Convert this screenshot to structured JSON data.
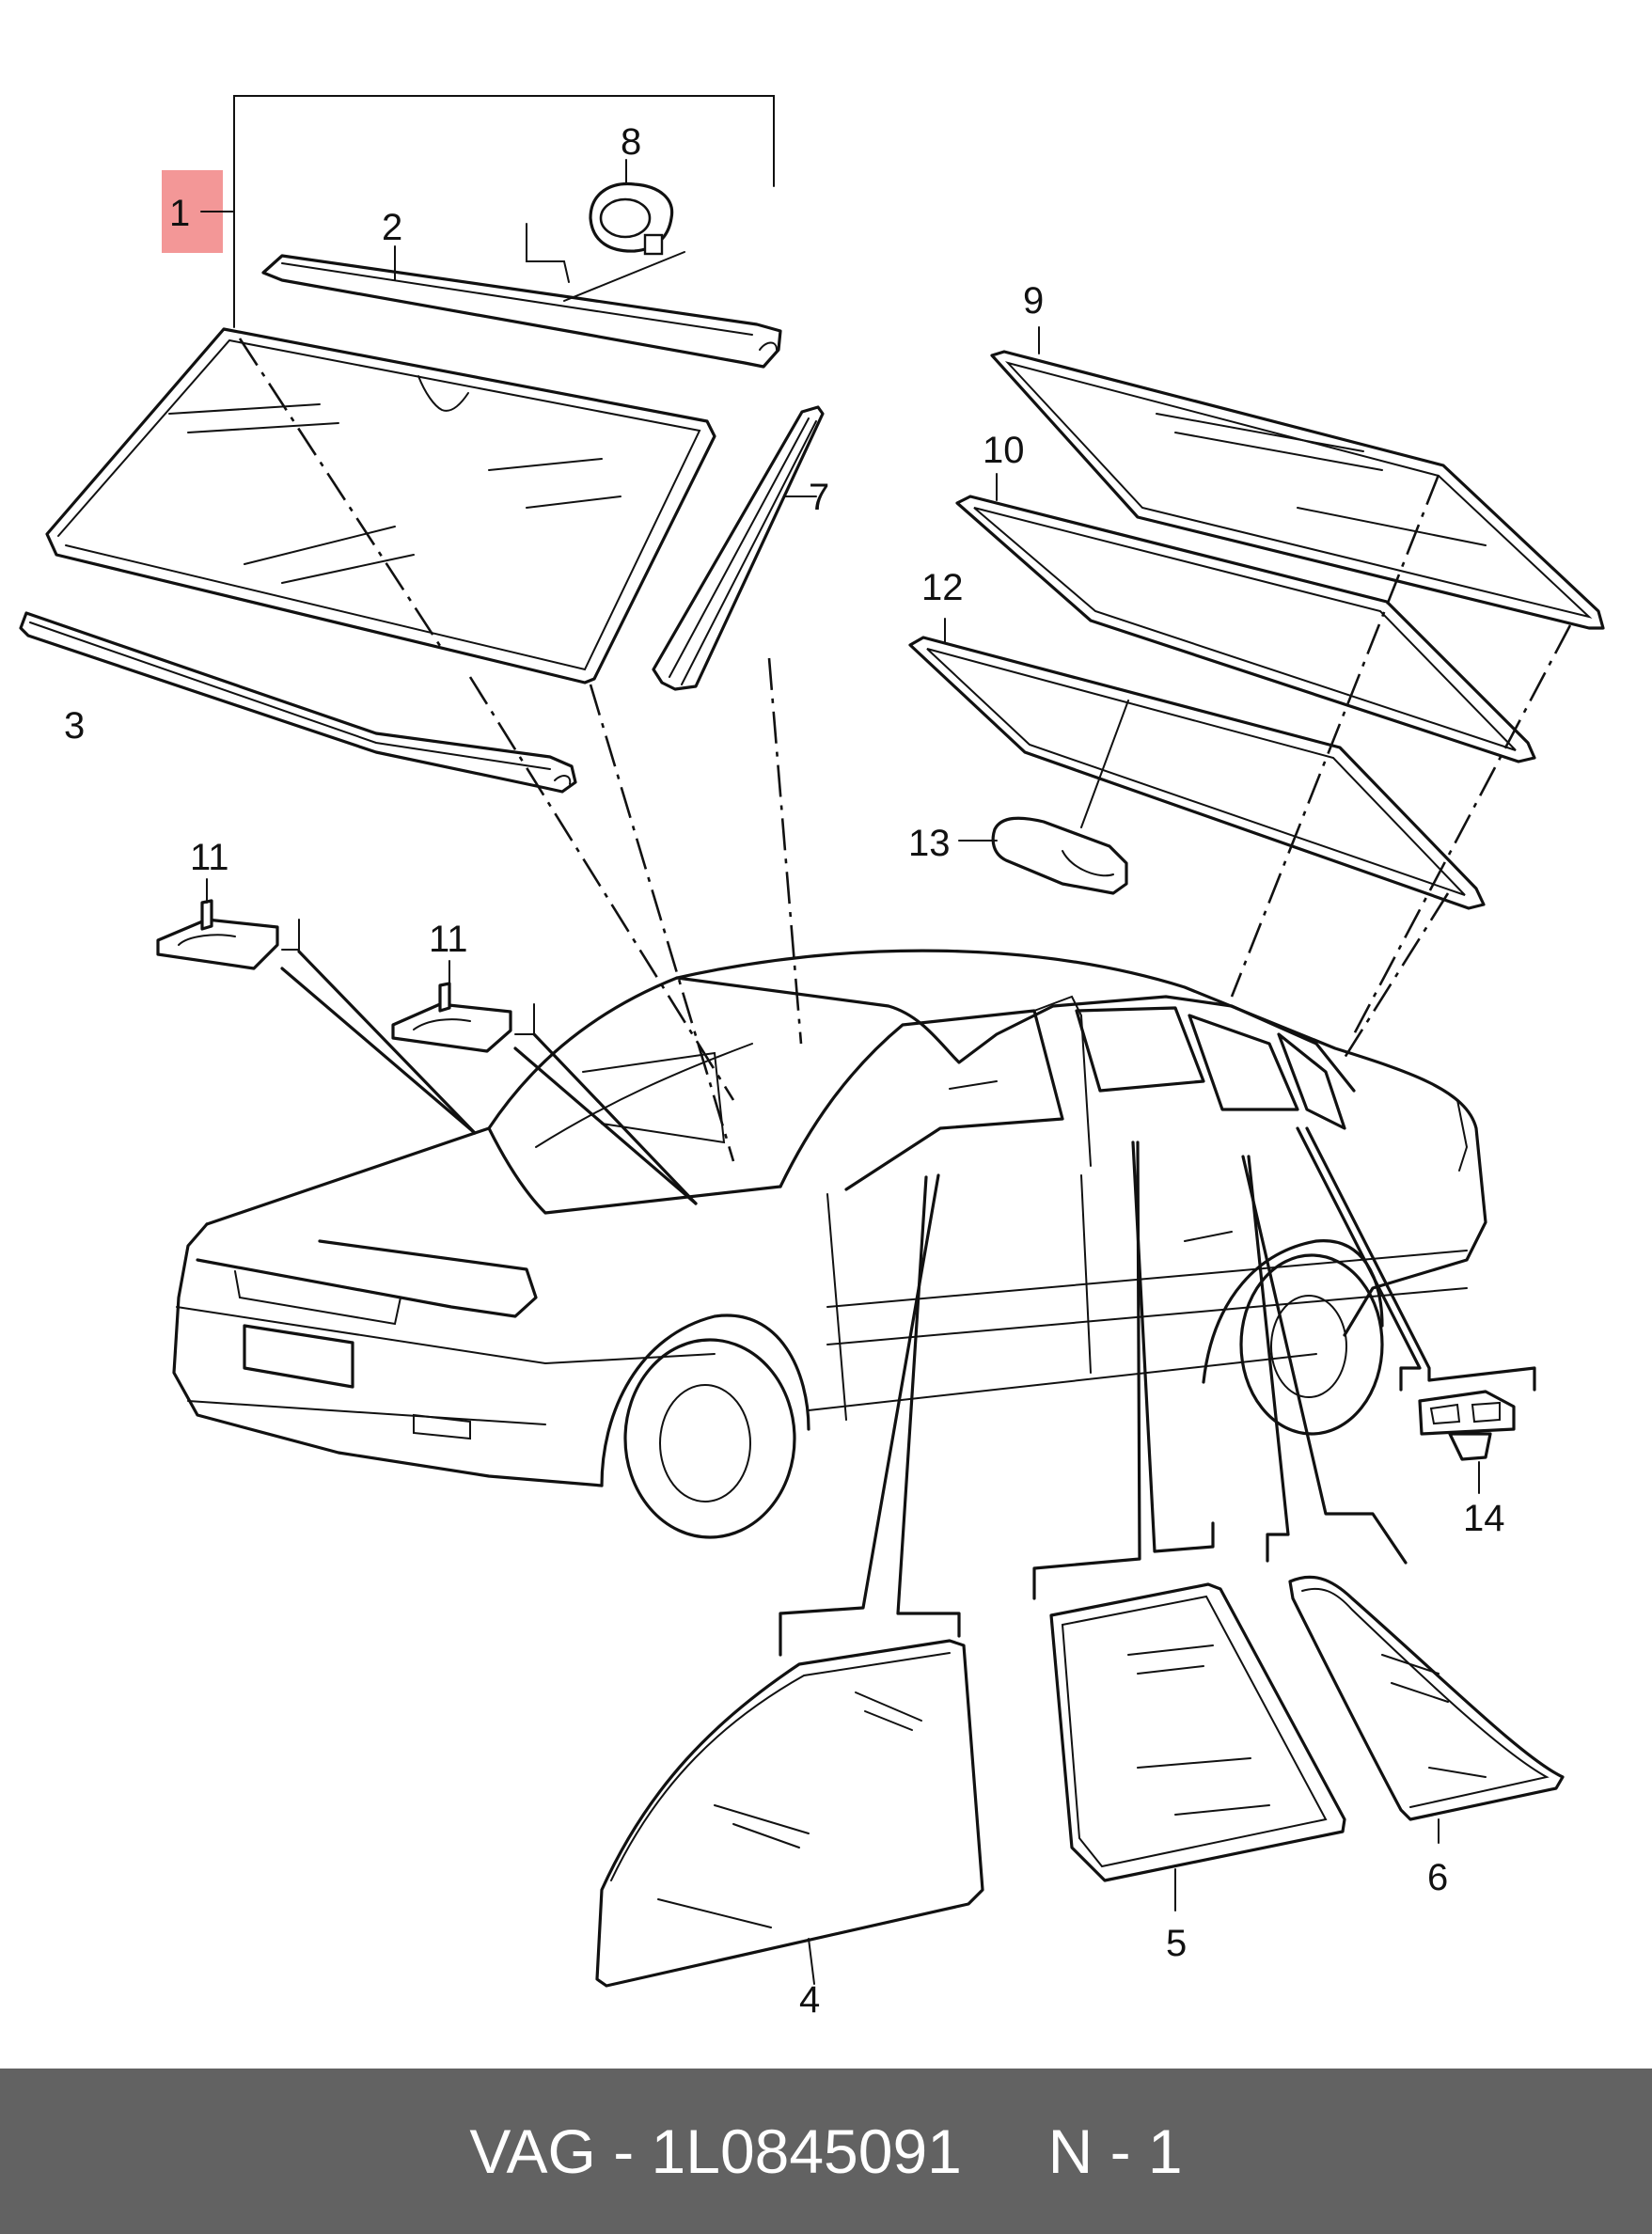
{
  "callouts": {
    "c1": "1",
    "c2": "2",
    "c3": "3",
    "c4": "4",
    "c5": "5",
    "c6": "6",
    "c7": "7",
    "c8": "8",
    "c9": "9",
    "c10": "10",
    "c11a": "11",
    "c11b": "11",
    "c12": "12",
    "c13": "13",
    "c14": "14"
  },
  "highlight": {
    "label": "1",
    "color": "#f28c8c"
  },
  "footer": {
    "brand": "VAG",
    "separator": " - ",
    "part_number": "1L0845091",
    "spacer": "     ",
    "note": "N - 1",
    "background": "#626262",
    "text_color": "#ffffff"
  }
}
